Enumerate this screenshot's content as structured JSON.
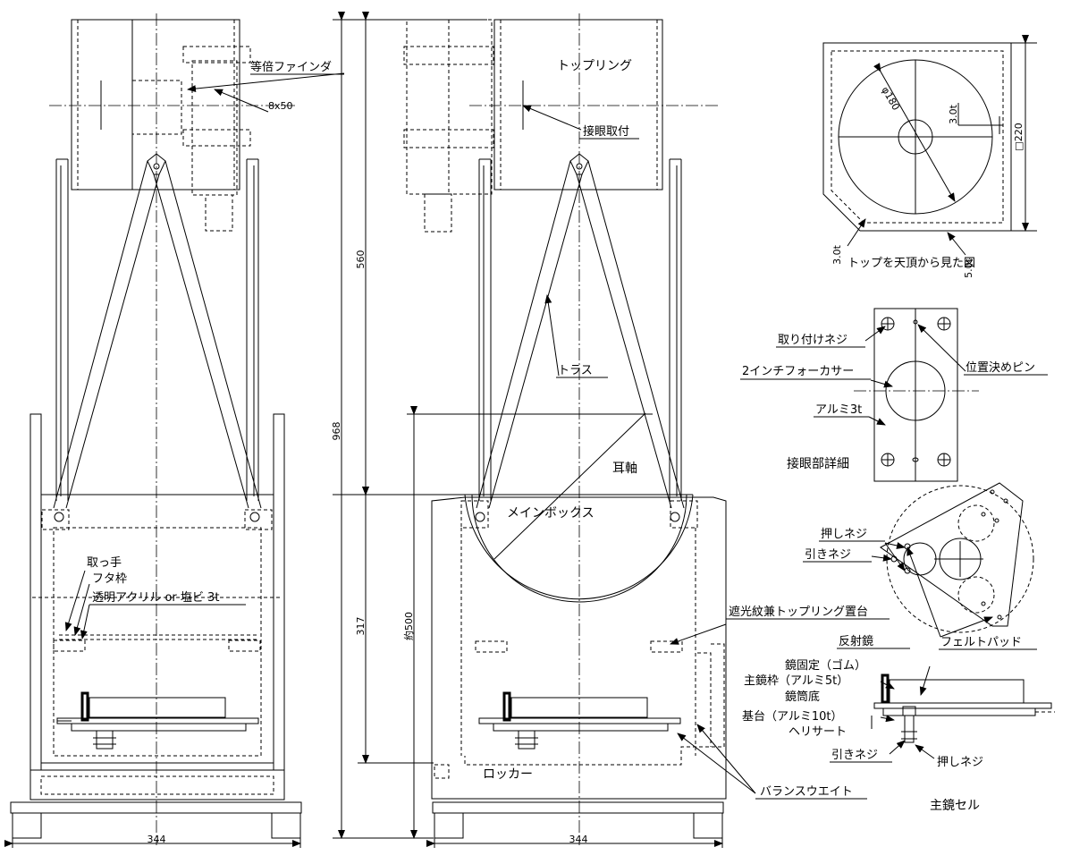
{
  "labels": {
    "finder": "等倍ファインダ",
    "finder_size": "8x50",
    "top_ring": "トップリング",
    "eyepiece_mount": "接眼取付",
    "truss": "トラス",
    "trunnion": "耳軸",
    "main_box": "メインボックス",
    "rocker": "ロッカー",
    "balance_weight": "バランスウエイト",
    "shade_stand": "遮光紋兼トップリング置台",
    "handle": "取っ手",
    "lid_frame": "フタ枠",
    "lid_panel": "透明アクリル or 塩ビ 3t",
    "top_view": "トップを天頂から見た図",
    "diameter": "φ180",
    "plate_3t": "3.0t",
    "plate_5t": "5.0t",
    "plate_3t_b": "3.0t",
    "square_220": "□220",
    "mount_screw": "取り付けネジ",
    "locating_pin": "位置決めピン",
    "focuser": "2インチフォーカサー",
    "alu_plate": "アルミ3t",
    "eyepiece_detail": "接眼部詳細",
    "push_screw": "押しネジ",
    "pull_screw": "引きネジ",
    "felt_pad": "フェルトパッド",
    "reflector": "反射鏡",
    "mirror_fix": "鏡固定（ゴム）",
    "mirror_frame": "主鏡枠（アルミ5t）",
    "mirror_bottom": "鏡筒底",
    "base": "基台（アルミ10t）",
    "helisert": "ヘリサート",
    "pull_screw_b": "引きネジ",
    "push_screw_b": "押しネジ",
    "mirror_cell": "主鏡セル"
  },
  "dimensions": {
    "total_height": "968",
    "upper_height": "560",
    "lower_height": "317",
    "approx_500": "約500",
    "width_left": "344",
    "width_right": "344"
  }
}
